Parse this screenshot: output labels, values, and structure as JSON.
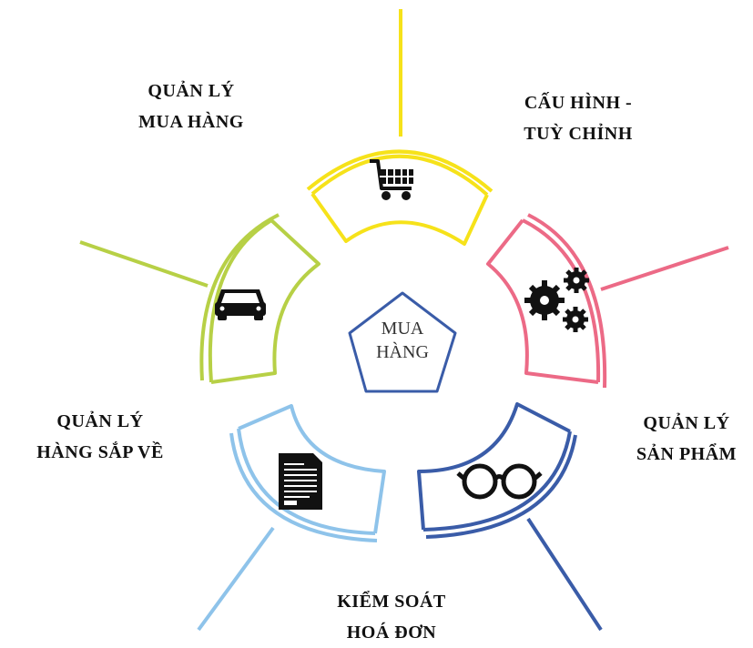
{
  "center": {
    "line1": "MUA",
    "line2": "HÀNG"
  },
  "segments": [
    {
      "key": "purchase",
      "line1": "QUẢN LÝ",
      "line2": "MUA HÀNG",
      "icon": "shopping-cart-icon",
      "color": "#f6e21a"
    },
    {
      "key": "config",
      "line1": "CẤU HÌNH -",
      "line2": "TUỲ CHỈNH",
      "icon": "gears-icon",
      "color": "#ec6a86"
    },
    {
      "key": "product",
      "line1": "QUẢN LÝ",
      "line2": "SẢN PHẨM",
      "icon": "glasses-icon",
      "color": "#3a5ca8"
    },
    {
      "key": "invoice",
      "line1": "KIỂM SOÁT",
      "line2": "HOÁ ĐƠN",
      "icon": "invoice-document-icon",
      "color": "#8ec3ea"
    },
    {
      "key": "incoming",
      "line1": "QUẢN LÝ",
      "line2": "HÀNG SẮP VỀ",
      "icon": "truck-icon",
      "color": "#b7d046"
    }
  ],
  "pentagon_color": "#3a5ca8"
}
